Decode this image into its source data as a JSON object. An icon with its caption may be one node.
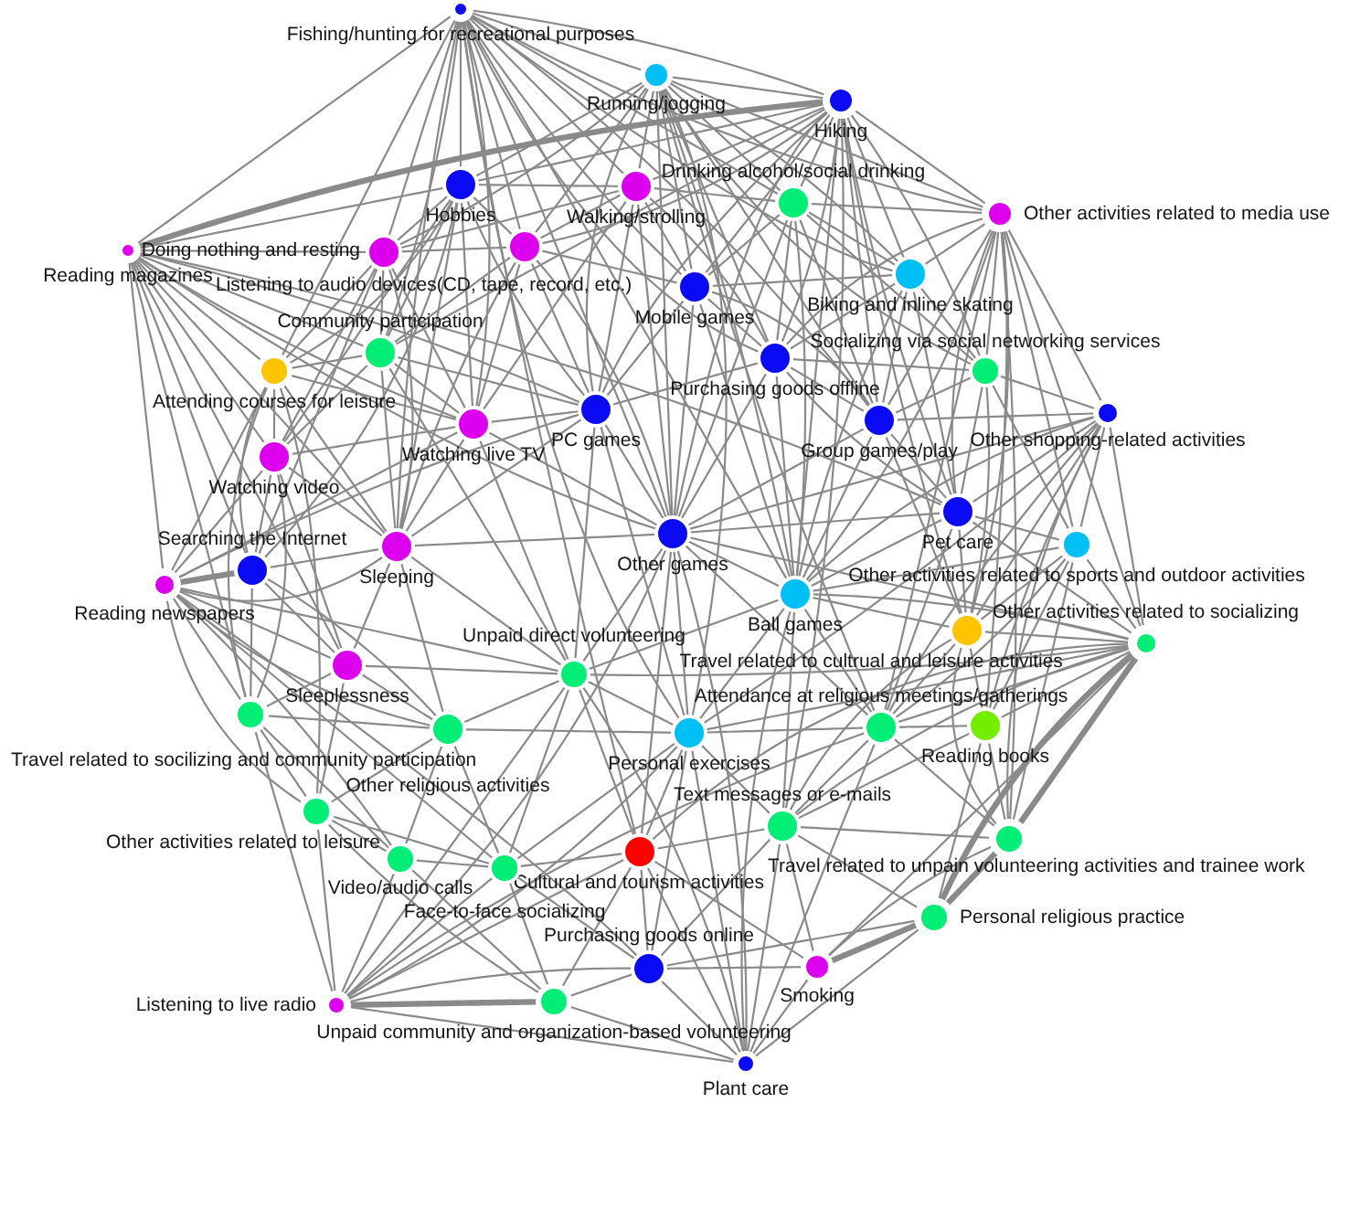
{
  "diagram": {
    "nodes": [
      {
        "text": [
          "Fishing/hunting for recreational purposes"
        ]
      },
      {
        "text": [
          "Running/jogging"
        ]
      },
      {
        "text": [
          "Hiking"
        ]
      },
      {
        "text": [
          "Hobbies"
        ]
      },
      {
        "text": [
          "Walking/strolling"
        ]
      },
      {
        "text": [
          "Drinking alcohol/social drinking"
        ]
      },
      {
        "text": [
          "Other activities related to media use"
        ]
      },
      {
        "text": [
          "Reading magazines"
        ]
      },
      {
        "text": [
          "Listening to audio devices(CD, tape, record, etc.)"
        ]
      },
      {
        "text": [
          "Doing nothing and resting"
        ]
      },
      {
        "text": [
          "Biking and inline skating"
        ]
      },
      {
        "text": [
          "Mobile games"
        ]
      },
      {
        "text": [
          "Community participation"
        ]
      },
      {
        "text": [
          "Purchasing goods offline"
        ]
      },
      {
        "text": [
          "Attending courses for leisure"
        ]
      },
      {
        "text": [
          "Socializing via social networking services"
        ]
      },
      {
        "text": [
          "PC games"
        ]
      },
      {
        "text": [
          "Other shopping-related activities"
        ]
      },
      {
        "text": [
          "Group games/play"
        ]
      },
      {
        "text": [
          "Watching live TV"
        ]
      },
      {
        "text": [
          "Watching video"
        ]
      },
      {
        "text": [
          "Pet care"
        ]
      },
      {
        "text": [
          "Other games"
        ]
      },
      {
        "text": [
          "Other activities related to sports and outdoor activities"
        ]
      },
      {
        "text": [
          "Sleeping"
        ]
      },
      {
        "text": [
          "Searching the Internet"
        ]
      },
      {
        "text": [
          "Reading newspapers"
        ]
      },
      {
        "text": [
          "Ball games"
        ]
      },
      {
        "text": [
          "Travel related to cultrual and leisure activities"
        ]
      },
      {
        "text": [
          "Other activities related to socializing"
        ]
      },
      {
        "text": [
          "Sleeplessness"
        ]
      },
      {
        "text": [
          "Unpaid direct volunteering"
        ]
      },
      {
        "text": [
          "Travel related to socilizing and community participation"
        ]
      },
      {
        "text": [
          "Attendance at religious meetings/gatherings"
        ]
      },
      {
        "text": [
          "Reading books"
        ]
      },
      {
        "text": [
          "Other religious activities"
        ]
      },
      {
        "text": [
          "Personal exercises"
        ]
      },
      {
        "text": [
          "Other activities related to leisure"
        ]
      },
      {
        "text": [
          "Text messages or e-mails"
        ]
      },
      {
        "text": [
          "Travel related to unpain volunteering activities and trainee work"
        ]
      },
      {
        "text": [
          "Cultural and tourism activities"
        ]
      },
      {
        "text": [
          "Video/audio calls"
        ]
      },
      {
        "text": [
          "Face-to-face socializing"
        ]
      },
      {
        "text": [
          "Personal religious practice"
        ]
      },
      {
        "text": [
          "Smoking"
        ]
      },
      {
        "text": [
          "Purchasing goods online"
        ]
      },
      {
        "text": [
          "Unpaid community and organization-based volunteering"
        ]
      },
      {
        "text": [
          "Listening to live radio"
        ]
      },
      {
        "text": [
          "Plant care"
        ]
      }
    ],
    "edges": [
      {
        "from": 0,
        "to": 1,
        "arrow": "none"
      },
      {
        "from": 0,
        "to": 2,
        "arrow": "none"
      },
      {
        "from": 0,
        "to": 3,
        "arrow": "none"
      },
      {
        "from": 0,
        "to": 4,
        "arrow": "none"
      },
      {
        "from": 0,
        "to": 5,
        "arrow": "none"
      },
      {
        "from": 0,
        "to": 6,
        "arrow": "none"
      },
      {
        "from": 0,
        "to": 7,
        "arrow": "none"
      },
      {
        "from": 0,
        "to": 8,
        "arrow": "none"
      },
      {
        "from": 0,
        "to": 9,
        "arrow": "none"
      },
      {
        "from": 0,
        "to": 10,
        "arrow": "none"
      },
      {
        "from": 0,
        "to": 11,
        "arrow": "none"
      },
      {
        "from": 0,
        "to": 12,
        "arrow": "none"
      },
      {
        "from": 0,
        "to": 13,
        "arrow": "none"
      },
      {
        "from": 0,
        "to": 14,
        "arrow": "none"
      },
      {
        "from": 0,
        "to": 18,
        "arrow": "none"
      },
      {
        "from": 0,
        "to": 19,
        "arrow": "none"
      },
      {
        "from": 0,
        "to": 22,
        "arrow": "none"
      },
      {
        "from": 0,
        "to": 24,
        "arrow": "none"
      },
      {
        "from": 0,
        "to": 27,
        "arrow": "none"
      },
      {
        "from": 0,
        "to": 36,
        "arrow": "none"
      },
      {
        "from": 0,
        "to": 40,
        "arrow": "none"
      },
      {
        "from": 1,
        "to": 2,
        "arrow": "none"
      },
      {
        "from": 1,
        "to": 3,
        "arrow": "none"
      },
      {
        "from": 1,
        "to": 4,
        "arrow": "none"
      },
      {
        "from": 1,
        "to": 5,
        "arrow": "none"
      },
      {
        "from": 1,
        "to": 6,
        "arrow": "none"
      },
      {
        "from": 1,
        "to": 8,
        "arrow": "none"
      },
      {
        "from": 1,
        "to": 9,
        "arrow": "none"
      },
      {
        "from": 1,
        "to": 10,
        "arrow": "none"
      },
      {
        "from": 1,
        "to": 11,
        "arrow": "none"
      },
      {
        "from": 1,
        "to": 13,
        "arrow": "none"
      },
      {
        "from": 1,
        "to": 15,
        "arrow": "none"
      },
      {
        "from": 1,
        "to": 16,
        "arrow": "none"
      },
      {
        "from": 1,
        "to": 18,
        "arrow": "none"
      },
      {
        "from": 1,
        "to": 22,
        "arrow": "none"
      },
      {
        "from": 1,
        "to": 27,
        "arrow": "none"
      },
      {
        "from": 1,
        "to": 33,
        "arrow": "none"
      },
      {
        "from": 1,
        "to": 36,
        "arrow": "none"
      },
      {
        "from": 2,
        "to": 3,
        "arrow": "none"
      },
      {
        "from": 2,
        "to": 4,
        "arrow": "none"
      },
      {
        "from": 2,
        "to": 5,
        "arrow": "none"
      },
      {
        "from": 2,
        "to": 6,
        "arrow": "none"
      },
      {
        "from": 2,
        "to": 7,
        "arrow": "none",
        "style": "thick"
      },
      {
        "from": 2,
        "to": 8,
        "arrow": "none"
      },
      {
        "from": 2,
        "to": 10,
        "arrow": "none"
      },
      {
        "from": 2,
        "to": 11,
        "arrow": "none"
      },
      {
        "from": 2,
        "to": 12,
        "arrow": "none"
      },
      {
        "from": 2,
        "to": 13,
        "arrow": "none"
      },
      {
        "from": 2,
        "to": 15,
        "arrow": "none"
      },
      {
        "from": 2,
        "to": 16,
        "arrow": "none"
      },
      {
        "from": 2,
        "to": 18,
        "arrow": "none"
      },
      {
        "from": 2,
        "to": 21,
        "arrow": "none"
      },
      {
        "from": 2,
        "to": 22,
        "arrow": "none"
      },
      {
        "from": 2,
        "to": 27,
        "arrow": "none"
      },
      {
        "from": 2,
        "to": 28,
        "arrow": "none"
      },
      {
        "from": 2,
        "to": 38,
        "arrow": "none"
      },
      {
        "from": 3,
        "to": 4,
        "arrow": "none"
      },
      {
        "from": 3,
        "to": 7,
        "arrow": "none"
      },
      {
        "from": 3,
        "to": 8,
        "arrow": "none"
      },
      {
        "from": 3,
        "to": 9,
        "arrow": "none"
      },
      {
        "from": 3,
        "to": 12,
        "arrow": "none"
      },
      {
        "from": 3,
        "to": 14,
        "arrow": "none"
      },
      {
        "from": 3,
        "to": 16,
        "arrow": "none"
      },
      {
        "from": 3,
        "to": 19,
        "arrow": "none"
      },
      {
        "from": 3,
        "to": 20,
        "arrow": "none"
      },
      {
        "from": 3,
        "to": 24,
        "arrow": "none"
      },
      {
        "from": 3,
        "to": 25,
        "arrow": "none"
      },
      {
        "from": 4,
        "to": 5,
        "arrow": "none"
      },
      {
        "from": 4,
        "to": 8,
        "arrow": "none"
      },
      {
        "from": 4,
        "to": 9,
        "arrow": "none"
      },
      {
        "from": 4,
        "to": 11,
        "arrow": "none"
      },
      {
        "from": 4,
        "to": 13,
        "arrow": "none"
      },
      {
        "from": 4,
        "to": 16,
        "arrow": "none"
      },
      {
        "from": 4,
        "to": 19,
        "arrow": "none"
      },
      {
        "from": 4,
        "to": 22,
        "arrow": "none"
      },
      {
        "from": 5,
        "to": 6,
        "arrow": "none"
      },
      {
        "from": 5,
        "to": 10,
        "arrow": "none"
      },
      {
        "from": 5,
        "to": 11,
        "arrow": "none"
      },
      {
        "from": 5,
        "to": 13,
        "arrow": "none"
      },
      {
        "from": 5,
        "to": 15,
        "arrow": "none"
      },
      {
        "from": 5,
        "to": 18,
        "arrow": "none"
      },
      {
        "from": 5,
        "to": 22,
        "arrow": "none"
      },
      {
        "from": 5,
        "to": 27,
        "arrow": "none"
      },
      {
        "from": 6,
        "to": 10,
        "arrow": "none"
      },
      {
        "from": 6,
        "to": 13,
        "arrow": "none"
      },
      {
        "from": 6,
        "to": 15,
        "arrow": "none"
      },
      {
        "from": 6,
        "to": 17,
        "arrow": "none"
      },
      {
        "from": 6,
        "to": 18,
        "arrow": "none"
      },
      {
        "from": 6,
        "to": 21,
        "arrow": "none"
      },
      {
        "from": 6,
        "to": 23,
        "arrow": "none"
      },
      {
        "from": 6,
        "to": 27,
        "arrow": "none"
      },
      {
        "from": 6,
        "to": 28,
        "arrow": "none"
      },
      {
        "from": 6,
        "to": 29,
        "arrow": "none"
      },
      {
        "from": 6,
        "to": 33,
        "arrow": "none"
      },
      {
        "from": 6,
        "to": 34,
        "arrow": "none"
      },
      {
        "from": 6,
        "to": 39,
        "arrow": "none"
      },
      {
        "from": 7,
        "to": 9,
        "arrow": "none"
      },
      {
        "from": 7,
        "to": 12,
        "arrow": "none"
      },
      {
        "from": 7,
        "to": 14,
        "arrow": "none"
      },
      {
        "from": 7,
        "to": 16,
        "arrow": "none"
      },
      {
        "from": 7,
        "to": 19,
        "arrow": "none"
      },
      {
        "from": 7,
        "to": 20,
        "arrow": "none"
      },
      {
        "from": 7,
        "to": 21,
        "arrow": "none"
      },
      {
        "from": 7,
        "to": 22,
        "arrow": "none"
      },
      {
        "from": 7,
        "to": 24,
        "arrow": "none"
      },
      {
        "from": 7,
        "to": 25,
        "arrow": "none"
      },
      {
        "from": 7,
        "to": 26,
        "arrow": "none"
      },
      {
        "from": 7,
        "to": 30,
        "arrow": "none"
      },
      {
        "from": 7,
        "to": 32,
        "arrow": "none"
      },
      {
        "from": 8,
        "to": 9,
        "arrow": "none"
      },
      {
        "from": 8,
        "to": 11,
        "arrow": "none"
      },
      {
        "from": 8,
        "to": 12,
        "arrow": "none"
      },
      {
        "from": 8,
        "to": 16,
        "arrow": "none"
      },
      {
        "from": 8,
        "to": 19,
        "arrow": "none"
      },
      {
        "from": 8,
        "to": 22,
        "arrow": "none"
      },
      {
        "from": 8,
        "to": 24,
        "arrow": "none"
      },
      {
        "from": 9,
        "to": 12,
        "arrow": "none"
      },
      {
        "from": 9,
        "to": 14,
        "arrow": "none"
      },
      {
        "from": 9,
        "to": 19,
        "arrow": "none"
      },
      {
        "from": 9,
        "to": 20,
        "arrow": "none"
      },
      {
        "from": 9,
        "to": 24,
        "arrow": "none"
      },
      {
        "from": 9,
        "to": 25,
        "arrow": "none"
      },
      {
        "from": 10,
        "to": 11,
        "arrow": "none"
      },
      {
        "from": 10,
        "to": 13,
        "arrow": "none"
      },
      {
        "from": 10,
        "to": 15,
        "arrow": "none"
      },
      {
        "from": 10,
        "to": 18,
        "arrow": "none"
      },
      {
        "from": 10,
        "to": 21,
        "arrow": "none"
      },
      {
        "from": 10,
        "to": 27,
        "arrow": "none"
      },
      {
        "from": 11,
        "to": 13,
        "arrow": "none"
      },
      {
        "from": 11,
        "to": 16,
        "arrow": "none"
      },
      {
        "from": 11,
        "to": 18,
        "arrow": "none"
      },
      {
        "from": 11,
        "to": 22,
        "arrow": "none"
      },
      {
        "from": 11,
        "to": 27,
        "arrow": "none"
      },
      {
        "from": 12,
        "to": 14,
        "arrow": "none"
      },
      {
        "from": 12,
        "to": 16,
        "arrow": "none"
      },
      {
        "from": 12,
        "to": 19,
        "arrow": "none"
      },
      {
        "from": 12,
        "to": 20,
        "arrow": "none"
      },
      {
        "from": 12,
        "to": 24,
        "arrow": "none"
      },
      {
        "from": 12,
        "to": 31,
        "arrow": "none"
      },
      {
        "from": 13,
        "to": 15,
        "arrow": "none"
      },
      {
        "from": 13,
        "to": 16,
        "arrow": "none"
      },
      {
        "from": 13,
        "to": 18,
        "arrow": "none"
      },
      {
        "from": 13,
        "to": 21,
        "arrow": "none"
      },
      {
        "from": 13,
        "to": 22,
        "arrow": "none"
      },
      {
        "from": 13,
        "to": 27,
        "arrow": "none"
      },
      {
        "from": 14,
        "to": 19,
        "arrow": "none"
      },
      {
        "from": 14,
        "to": 20,
        "arrow": "none"
      },
      {
        "from": 14,
        "to": 24,
        "arrow": "none"
      },
      {
        "from": 14,
        "to": 25,
        "arrow": "none"
      },
      {
        "from": 14,
        "to": 26,
        "arrow": "none"
      },
      {
        "from": 14,
        "to": 32,
        "arrow": "none"
      },
      {
        "from": 14,
        "to": 37,
        "arrow": "none"
      },
      {
        "from": 15,
        "to": 17,
        "arrow": "none"
      },
      {
        "from": 15,
        "to": 18,
        "arrow": "none"
      },
      {
        "from": 15,
        "to": 21,
        "arrow": "none"
      },
      {
        "from": 15,
        "to": 23,
        "arrow": "none"
      },
      {
        "from": 15,
        "to": 28,
        "arrow": "none"
      },
      {
        "from": 16,
        "to": 19,
        "arrow": "none"
      },
      {
        "from": 16,
        "to": 22,
        "arrow": "none"
      },
      {
        "from": 16,
        "to": 24,
        "arrow": "none"
      },
      {
        "from": 16,
        "to": 31,
        "arrow": "none"
      },
      {
        "from": 16,
        "to": 36,
        "arrow": "none"
      },
      {
        "from": 17,
        "to": 18,
        "arrow": "none"
      },
      {
        "from": 17,
        "to": 21,
        "arrow": "none"
      },
      {
        "from": 17,
        "to": 22,
        "arrow": "none"
      },
      {
        "from": 17,
        "to": 23,
        "arrow": "none"
      },
      {
        "from": 17,
        "to": 27,
        "arrow": "none"
      },
      {
        "from": 17,
        "to": 28,
        "arrow": "none"
      },
      {
        "from": 17,
        "to": 29,
        "arrow": "none"
      },
      {
        "from": 17,
        "to": 33,
        "arrow": "none"
      },
      {
        "from": 17,
        "to": 34,
        "arrow": "none"
      },
      {
        "from": 17,
        "to": 36,
        "arrow": "none"
      },
      {
        "from": 17,
        "to": 39,
        "arrow": "none"
      },
      {
        "from": 18,
        "to": 21,
        "arrow": "none"
      },
      {
        "from": 18,
        "to": 22,
        "arrow": "none"
      },
      {
        "from": 18,
        "to": 27,
        "arrow": "none"
      },
      {
        "from": 18,
        "to": 28,
        "arrow": "none"
      },
      {
        "from": 19,
        "to": 20,
        "arrow": "none"
      },
      {
        "from": 19,
        "to": 22,
        "arrow": "none"
      },
      {
        "from": 19,
        "to": 24,
        "arrow": "none"
      },
      {
        "from": 19,
        "to": 31,
        "arrow": "none"
      },
      {
        "from": 20,
        "to": 24,
        "arrow": "none"
      },
      {
        "from": 20,
        "to": 25,
        "arrow": "none"
      },
      {
        "from": 20,
        "to": 26,
        "arrow": "none"
      },
      {
        "from": 20,
        "to": 30,
        "arrow": "none"
      },
      {
        "from": 20,
        "to": 32,
        "arrow": "none"
      },
      {
        "from": 21,
        "to": 22,
        "arrow": "none"
      },
      {
        "from": 21,
        "to": 23,
        "arrow": "none"
      },
      {
        "from": 21,
        "to": 27,
        "arrow": "none"
      },
      {
        "from": 21,
        "to": 28,
        "arrow": "none"
      },
      {
        "from": 21,
        "to": 29,
        "arrow": "none"
      },
      {
        "from": 21,
        "to": 33,
        "arrow": "none"
      },
      {
        "from": 22,
        "to": 24,
        "arrow": "none"
      },
      {
        "from": 22,
        "to": 27,
        "arrow": "none"
      },
      {
        "from": 22,
        "to": 31,
        "arrow": "none"
      },
      {
        "from": 22,
        "to": 33,
        "arrow": "none"
      },
      {
        "from": 22,
        "to": 36,
        "arrow": "none"
      },
      {
        "from": 22,
        "to": 40,
        "arrow": "none"
      },
      {
        "from": 22,
        "to": 47,
        "arrow": "none"
      },
      {
        "from": 22,
        "to": 48,
        "arrow": "none"
      },
      {
        "from": 23,
        "to": 27,
        "arrow": "none"
      },
      {
        "from": 23,
        "to": 28,
        "arrow": "none"
      },
      {
        "from": 23,
        "to": 29,
        "arrow": "none"
      },
      {
        "from": 23,
        "to": 33,
        "arrow": "none"
      },
      {
        "from": 23,
        "to": 34,
        "arrow": "none"
      },
      {
        "from": 23,
        "to": 39,
        "arrow": "none"
      },
      {
        "from": 24,
        "to": 25,
        "arrow": "none"
      },
      {
        "from": 24,
        "to": 30,
        "arrow": "none"
      },
      {
        "from": 24,
        "to": 31,
        "arrow": "none"
      },
      {
        "from": 24,
        "to": 35,
        "arrow": "none"
      },
      {
        "from": 25,
        "to": 26,
        "arrow": "none",
        "style": "thick"
      },
      {
        "from": 25,
        "to": 30,
        "arrow": "none"
      },
      {
        "from": 25,
        "to": 32,
        "arrow": "none"
      },
      {
        "from": 25,
        "to": 35,
        "arrow": "none"
      },
      {
        "from": 26,
        "to": 16,
        "arrow": "none"
      },
      {
        "from": 26,
        "to": 19,
        "arrow": "none"
      },
      {
        "from": 26,
        "to": 24,
        "arrow": "none"
      },
      {
        "from": 26,
        "to": 30,
        "arrow": "none"
      },
      {
        "from": 26,
        "to": 31,
        "arrow": "none"
      },
      {
        "from": 26,
        "to": 32,
        "arrow": "none"
      },
      {
        "from": 26,
        "to": 35,
        "arrow": "none"
      },
      {
        "from": 26,
        "to": 37,
        "arrow": "none"
      },
      {
        "from": 26,
        "to": 41,
        "arrow": "none"
      },
      {
        "from": 26,
        "to": 42,
        "arrow": "none"
      },
      {
        "from": 26,
        "to": 45,
        "arrow": "none"
      },
      {
        "from": 27,
        "to": 28,
        "arrow": "none"
      },
      {
        "from": 27,
        "to": 31,
        "arrow": "none"
      },
      {
        "from": 27,
        "to": 33,
        "arrow": "none"
      },
      {
        "from": 27,
        "to": 36,
        "arrow": "none"
      },
      {
        "from": 27,
        "to": 38,
        "arrow": "none"
      },
      {
        "from": 27,
        "to": 48,
        "arrow": "none"
      },
      {
        "from": 28,
        "to": 29,
        "arrow": "none"
      },
      {
        "from": 28,
        "to": 33,
        "arrow": "none"
      },
      {
        "from": 28,
        "to": 34,
        "arrow": "none"
      },
      {
        "from": 28,
        "to": 38,
        "arrow": "none"
      },
      {
        "from": 28,
        "to": 39,
        "arrow": "none"
      },
      {
        "from": 29,
        "to": 22,
        "arrow": "none"
      },
      {
        "from": 29,
        "to": 27,
        "arrow": "none"
      },
      {
        "from": 29,
        "to": 31,
        "arrow": "none"
      },
      {
        "from": 29,
        "to": 33,
        "arrow": "none"
      },
      {
        "from": 29,
        "to": 34,
        "arrow": "none"
      },
      {
        "from": 29,
        "to": 36,
        "arrow": "none"
      },
      {
        "from": 29,
        "to": 38,
        "arrow": "none"
      },
      {
        "from": 29,
        "to": 39,
        "arrow": "none",
        "style": "thick"
      },
      {
        "from": 29,
        "to": 40,
        "arrow": "none"
      },
      {
        "from": 29,
        "to": 43,
        "arrow": "none",
        "style": "thick"
      },
      {
        "from": 29,
        "to": 44,
        "arrow": "none"
      },
      {
        "from": 30,
        "to": 31,
        "arrow": "none"
      },
      {
        "from": 30,
        "to": 32,
        "arrow": "none"
      },
      {
        "from": 30,
        "to": 35,
        "arrow": "none"
      },
      {
        "from": 30,
        "to": 37,
        "arrow": "none"
      },
      {
        "from": 31,
        "to": 35,
        "arrow": "none"
      },
      {
        "from": 31,
        "to": 36,
        "arrow": "none"
      },
      {
        "from": 31,
        "to": 40,
        "arrow": "none"
      },
      {
        "from": 31,
        "to": 42,
        "arrow": "none"
      },
      {
        "from": 31,
        "to": 47,
        "arrow": "none"
      },
      {
        "from": 31,
        "to": 48,
        "arrow": "none"
      },
      {
        "from": 32,
        "to": 35,
        "arrow": "none"
      },
      {
        "from": 32,
        "to": 37,
        "arrow": "none"
      },
      {
        "from": 32,
        "to": 41,
        "arrow": "none"
      },
      {
        "from": 32,
        "to": 47,
        "arrow": "none"
      },
      {
        "from": 33,
        "to": 34,
        "arrow": "none"
      },
      {
        "from": 33,
        "to": 36,
        "arrow": "none"
      },
      {
        "from": 33,
        "to": 38,
        "arrow": "none"
      },
      {
        "from": 33,
        "to": 39,
        "arrow": "none"
      },
      {
        "from": 33,
        "to": 47,
        "arrow": "none"
      },
      {
        "from": 33,
        "to": 48,
        "arrow": "none"
      },
      {
        "from": 34,
        "to": 38,
        "arrow": "none"
      },
      {
        "from": 34,
        "to": 39,
        "arrow": "none"
      },
      {
        "from": 34,
        "to": 43,
        "arrow": "none"
      },
      {
        "from": 35,
        "to": 36,
        "arrow": "none"
      },
      {
        "from": 35,
        "to": 37,
        "arrow": "none"
      },
      {
        "from": 35,
        "to": 41,
        "arrow": "none"
      },
      {
        "from": 35,
        "to": 42,
        "arrow": "none"
      },
      {
        "from": 36,
        "to": 38,
        "arrow": "none"
      },
      {
        "from": 36,
        "to": 40,
        "arrow": "none"
      },
      {
        "from": 36,
        "to": 42,
        "arrow": "none"
      },
      {
        "from": 36,
        "to": 45,
        "arrow": "none"
      },
      {
        "from": 36,
        "to": 47,
        "arrow": "none"
      },
      {
        "from": 36,
        "to": 48,
        "arrow": "none"
      },
      {
        "from": 37,
        "to": 41,
        "arrow": "none"
      },
      {
        "from": 37,
        "to": 42,
        "arrow": "none"
      },
      {
        "from": 37,
        "to": 46,
        "arrow": "none"
      },
      {
        "from": 37,
        "to": 47,
        "arrow": "none"
      },
      {
        "from": 38,
        "to": 39,
        "arrow": "none"
      },
      {
        "from": 38,
        "to": 40,
        "arrow": "none"
      },
      {
        "from": 38,
        "to": 43,
        "arrow": "none"
      },
      {
        "from": 38,
        "to": 44,
        "arrow": "none"
      },
      {
        "from": 38,
        "to": 45,
        "arrow": "none"
      },
      {
        "from": 38,
        "to": 48,
        "arrow": "none"
      },
      {
        "from": 39,
        "to": 43,
        "arrow": "none",
        "style": "thick"
      },
      {
        "from": 39,
        "to": 44,
        "arrow": "none"
      },
      {
        "from": 40,
        "to": 42,
        "arrow": "none"
      },
      {
        "from": 40,
        "to": 44,
        "arrow": "none"
      },
      {
        "from": 40,
        "to": 45,
        "arrow": "none"
      },
      {
        "from": 40,
        "to": 46,
        "arrow": "none"
      },
      {
        "from": 40,
        "to": 47,
        "arrow": "none"
      },
      {
        "from": 40,
        "to": 48,
        "arrow": "none"
      },
      {
        "from": 41,
        "to": 42,
        "arrow": "none"
      },
      {
        "from": 41,
        "to": 46,
        "arrow": "none"
      },
      {
        "from": 41,
        "to": 47,
        "arrow": "none"
      },
      {
        "from": 42,
        "to": 45,
        "arrow": "none"
      },
      {
        "from": 42,
        "to": 46,
        "arrow": "none"
      },
      {
        "from": 42,
        "to": 47,
        "arrow": "none"
      },
      {
        "from": 43,
        "to": 44,
        "arrow": "none",
        "style": "thick"
      },
      {
        "from": 43,
        "to": 45,
        "arrow": "none"
      },
      {
        "from": 43,
        "to": 48,
        "arrow": "none"
      },
      {
        "from": 44,
        "to": 45,
        "arrow": "none"
      },
      {
        "from": 44,
        "to": 48,
        "arrow": "none"
      },
      {
        "from": 45,
        "to": 46,
        "arrow": "none"
      },
      {
        "from": 45,
        "to": 47,
        "arrow": "none"
      },
      {
        "from": 45,
        "to": 48,
        "arrow": "none"
      },
      {
        "from": 46,
        "to": 47,
        "arrow": "none",
        "style": "thick"
      },
      {
        "from": 46,
        "to": 48,
        "arrow": "none"
      },
      {
        "from": 47,
        "to": 48,
        "arrow": "none"
      }
    ]
  }
}
